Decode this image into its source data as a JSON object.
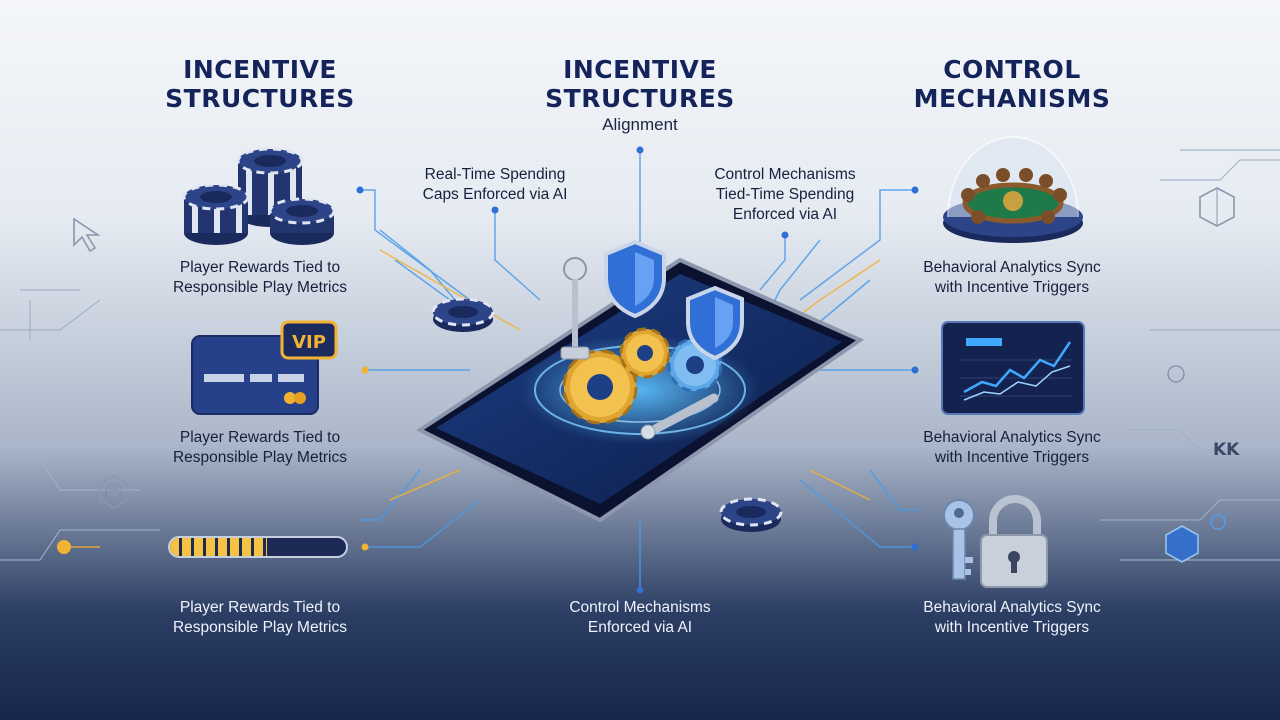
{
  "headings": {
    "left": [
      "INCENTIVE",
      "STRUCTURES"
    ],
    "center": [
      "INCENTIVE",
      "STRUCTURES"
    ],
    "center_sub": "Alignment",
    "right": [
      "CONTROL",
      "MECHANISMS"
    ]
  },
  "callouts": {
    "center_left": [
      "Real-Time Spending",
      "Caps Enforced via AI"
    ],
    "center_right": [
      "Control Mechanisms",
      "Tied-Time Spending",
      "Enforced via AI"
    ],
    "center_bottom": [
      "Control Mechanisms",
      "Enforced via AI"
    ]
  },
  "left_items": [
    {
      "icon": "poker-chips-icon",
      "lines": [
        "Player Rewards Tied to",
        "Responsible Play Metrics"
      ]
    },
    {
      "icon": "vip-card-icon",
      "badge": "VIP",
      "lines": [
        "Player Rewards Tied to",
        "Responsible Play Metrics"
      ]
    },
    {
      "icon": "progress-bar-icon",
      "progress": 0.55,
      "lines": [
        "Player Rewards Tied to",
        "Responsible Play Metrics"
      ]
    }
  ],
  "right_items": [
    {
      "icon": "casino-dome-icon",
      "lines": [
        "Behavioral Analytics Sync",
        "with Incentive Triggers"
      ]
    },
    {
      "icon": "analytics-chart-icon",
      "lines": [
        "Behavioral Analytics Sync",
        "with Incentive Triggers"
      ]
    },
    {
      "icon": "key-lock-icon",
      "lines": [
        "Behavioral Analytics Sync",
        "with Incentive Triggers"
      ]
    }
  ],
  "colors": {
    "navy": "#14245a",
    "blue_glow": "#3fa9ff",
    "gold": "#f2b233",
    "chip_blue": "#23356e"
  }
}
